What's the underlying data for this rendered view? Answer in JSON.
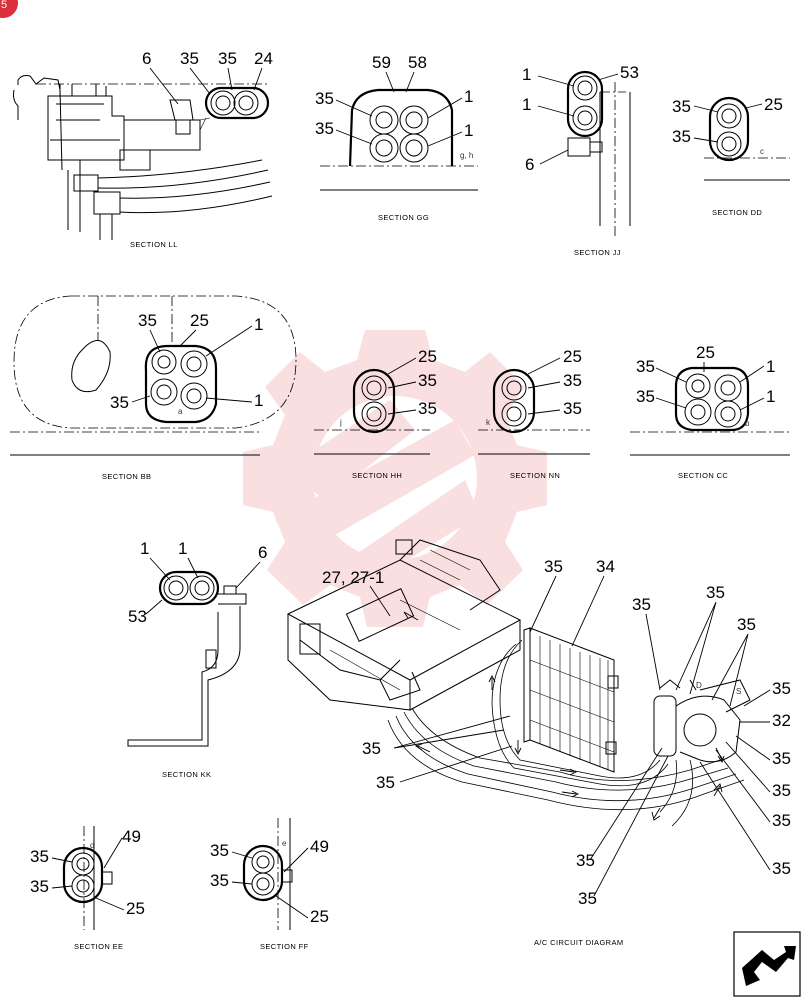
{
  "corner_badge": "5",
  "sections": {
    "ll": {
      "caption": "SECTION LL",
      "labels": [
        "6",
        "35",
        "35",
        "24"
      ]
    },
    "gg": {
      "caption": "SECTION GG",
      "labels": [
        "59",
        "58",
        "35",
        "35",
        "1",
        "1"
      ],
      "note": "g, h"
    },
    "jj": {
      "caption": "SECTION JJ",
      "labels": [
        "1",
        "53",
        "1",
        "6"
      ]
    },
    "dd": {
      "caption": "SECTION DD",
      "labels": [
        "35",
        "25",
        "35"
      ],
      "note": "c"
    },
    "bb": {
      "caption": "SECTION BB",
      "labels": [
        "35",
        "25",
        "1",
        "35",
        "1"
      ],
      "note": "a"
    },
    "hh": {
      "caption": "SECTION HH",
      "labels": [
        "25",
        "35",
        "35"
      ],
      "note": "j"
    },
    "nn": {
      "caption": "SECTION NN",
      "labels": [
        "25",
        "35",
        "35"
      ],
      "note": "k"
    },
    "cc": {
      "caption": "SECTION CC",
      "labels": [
        "25",
        "35",
        "1",
        "35",
        "1"
      ],
      "note": "b"
    },
    "kk": {
      "caption": "SECTION KK",
      "labels": [
        "1",
        "1",
        "6",
        "53"
      ]
    },
    "ee": {
      "caption": "SECTION EE",
      "labels": [
        "49",
        "35",
        "35",
        "25"
      ],
      "note": "d"
    },
    "ff": {
      "caption": "SECTION FF",
      "labels": [
        "35",
        "49",
        "35",
        "25"
      ],
      "note": "e"
    }
  },
  "circuit": {
    "caption": "A/C CIRCUIT DIAGRAM",
    "labels": [
      "27, 27-1",
      "35",
      "34",
      "35",
      "35",
      "35",
      "35",
      "32",
      "35",
      "35",
      "35",
      "35",
      "35",
      "35",
      "35",
      "35"
    ],
    "notes": [
      "D",
      "S"
    ]
  },
  "icons": {
    "corner": "nav-arrow-icon",
    "watermark": "gear-logo-watermark"
  },
  "colors": {
    "watermark": "#f3b9b9",
    "badge": "#d9303a"
  }
}
